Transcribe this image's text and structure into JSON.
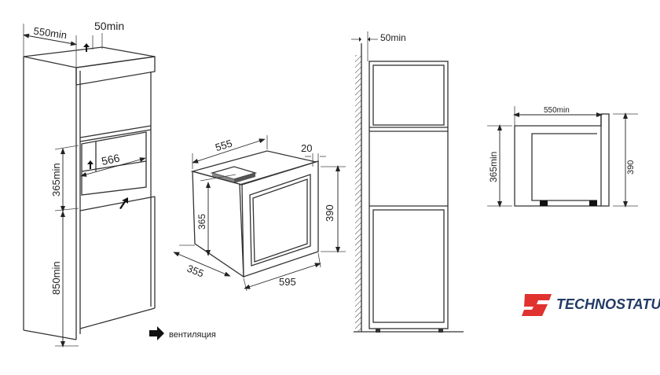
{
  "colors": {
    "lines": "#333333",
    "logo_red": "#e0322f",
    "logo_blue": "#223a66"
  },
  "cabinet_view": {
    "depth_label": "550min",
    "vent_gap_label": "50min",
    "niche_width_label": "566",
    "niche_height_label": "365min",
    "lower_height_label": "850min"
  },
  "legend": {
    "icon": "arrow-right-icon",
    "label": "вентиляция"
  },
  "oven_view": {
    "depth_label": "555",
    "frame_label": "20",
    "body_height_label": "365",
    "front_height_label": "390",
    "side_depth_label": "355",
    "front_width_label": "595"
  },
  "column_view": {
    "gap_label": "50min"
  },
  "side_view": {
    "depth_label": "550min",
    "niche_height_label": "365min",
    "front_height_label": "390"
  },
  "logo": {
    "mark": "ts",
    "text": "TECHNOSTATUS"
  }
}
